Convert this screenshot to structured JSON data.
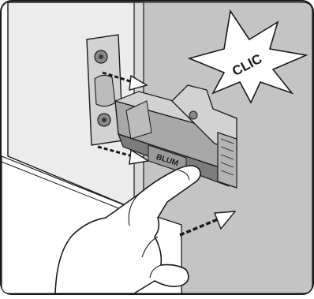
{
  "illustration": {
    "burst_label": "CLIC",
    "hinge_brand": "BLUM",
    "colors": {
      "outline": "#1a1a1a",
      "background_panel": "#c4c4c4",
      "door_face": "#dcdcdc",
      "cabinet_side": "#e9e9e9",
      "metal_light": "#d2d2d2",
      "metal_mid": "#a8a8a8",
      "metal_dark": "#7c7c7c",
      "burst_fill": "#ffffff",
      "skin": "#ffffff"
    },
    "arrows": [
      "screw-in-top-arrow",
      "screw-in-bottom-arrow",
      "push-door-arrow"
    ]
  }
}
